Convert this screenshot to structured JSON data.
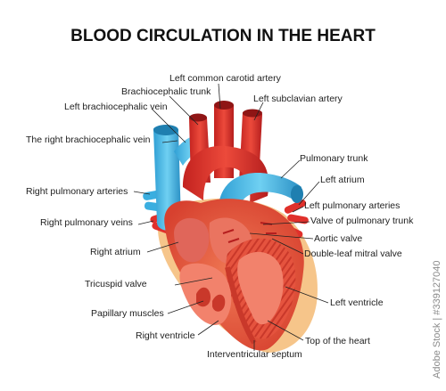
{
  "title": "BLOOD CIRCULATION IN THE HEART",
  "labels": {
    "left_common_carotid_artery": "Left common carotid artery",
    "brachiocephalic_trunk": "Brachiocephalic trunk",
    "left_subclavian_artery": "Left subclavian artery",
    "left_brachiocephalic_vein": "Left brachiocephalic vein",
    "right_brachiocephalic_vein": "The right brachiocephalic vein",
    "pulmonary_trunk": "Pulmonary trunk",
    "left_atrium": "Left atrium",
    "right_pulmonary_arteries": "Right pulmonary arteries",
    "left_pulmonary_arteries": "Left pulmonary arteries",
    "right_pulmonary_veins": "Right pulmonary veins",
    "valve_of_pulmonary_trunk": "Valve of pulmonary trunk",
    "aortic_valve": "Aortic valve",
    "right_atrium": "Right atrium",
    "double_leaf_mitral_valve": "Double-leaf mitral valve",
    "tricuspid_valve": "Tricuspid valve",
    "left_ventricle": "Left ventricle",
    "papillary_muscles": "Papillary muscles",
    "right_ventricle": "Right ventricle",
    "top_of_the_heart": "Top of the heart",
    "interventricular_septum": "Interventricular septum"
  },
  "watermark_side": "Adobe Stock | #339127040",
  "colors": {
    "vessel_red": "#e0302b",
    "vessel_dark_red": "#b51e1e",
    "vein_blue": "#3aaee0",
    "myocardium": "#d8402f",
    "fat_yellow": "#f6c58a"
  }
}
